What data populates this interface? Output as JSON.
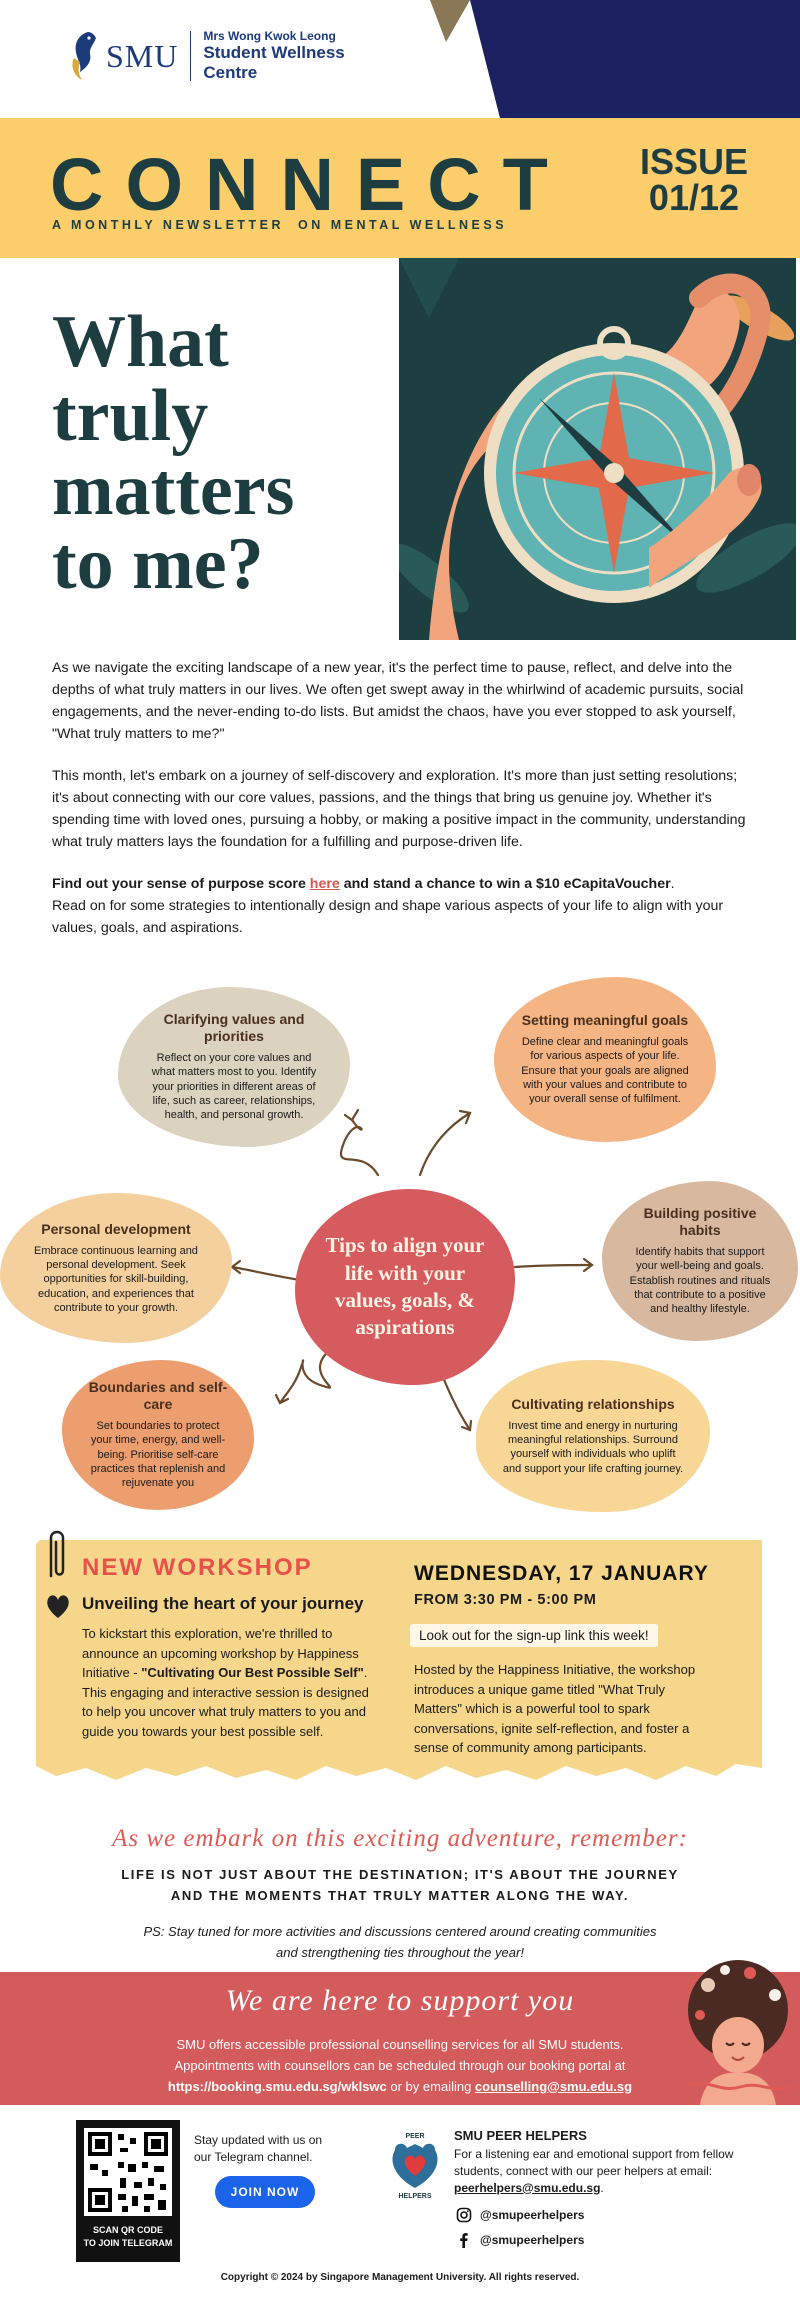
{
  "header": {
    "brand": "SMU",
    "centre_line1": "Mrs Wong Kwok Leong",
    "centre_line2": "Student Wellness",
    "centre_line3": "Centre"
  },
  "banner": {
    "title": "CONNECT",
    "tagline": "A MONTHLY NEWSLETTER  ON MENTAL WELLNESS",
    "issue_label": "ISSUE",
    "issue_number": "01/12",
    "colors": {
      "banner": "#fccd6b",
      "title": "#1d3d41"
    }
  },
  "hero": {
    "title_lines": [
      "What",
      "truly",
      "matters",
      "to me?"
    ]
  },
  "intro": {
    "para1": "As we navigate the exciting landscape of a new year, it's the perfect time to pause, reflect, and delve into the depths of what truly matters in our lives. We often get swept away in the whirlwind of academic pursuits, social engagements, and the never-ending to-do lists. But amidst the chaos, have you ever stopped to ask yourself, \"What truly matters to me?\"",
    "para2": "This month, let's embark on a journey of self-discovery and exploration. It's more than just setting resolutions; it's about connecting with our core values, passions, and the things that bring us genuine joy. Whether it's spending time with loved ones, pursuing a hobby, or making a positive impact in the community, understanding what truly matters lays the foundation for a fulfilling and purpose-driven life.",
    "para3_bold1": "Find out your sense of purpose score ",
    "para3_link": "here",
    "para3_bold2": " and stand a chance to win a $10 eCapitaVoucher",
    "para3_end": ".",
    "para3_rest": "Read on for some strategies to intentionally design and shape various aspects of your life to align with your values, goals, and aspirations."
  },
  "tips": {
    "center": "Tips to align your life with your values, goals, & aspirations",
    "items": [
      {
        "title": "Clarifying values and priorities",
        "body": "Reflect on your core values and what matters most to you. Identify your priorities in different areas of life, such as career, relationships, health, and personal growth."
      },
      {
        "title": "Setting meaningful goals",
        "body": "Define clear and meaningful goals for various aspects of your life. Ensure that your goals are aligned with your values and contribute to your overall sense of fulfilment."
      },
      {
        "title": "Personal development",
        "body": "Embrace continuous learning and personal development. Seek opportunities for skill-building, education, and experiences that contribute to your growth."
      },
      {
        "title": "Building positive habits",
        "body": "Identify habits that support your well-being and goals. Establish routines and rituals that contribute to a positive and healthy lifestyle."
      },
      {
        "title": "Boundaries and self-care",
        "body": "Set boundaries to protect your time, energy, and well-being. Prioritise self-care practices that replenish and rejuvenate you"
      },
      {
        "title": "Cultivating relationships",
        "body": "Invest time and energy in nurturing meaningful relationships. Surround yourself with individuals who uplift and support your life crafting journey."
      }
    ]
  },
  "workshop": {
    "badge": "NEW WORKSHOP",
    "heading": "Unveiling the heart of your journey",
    "left_a": "To kickstart this exploration, we're thrilled to announce an upcoming workshop by Happiness Initiative - ",
    "left_bold": "\"Cultivating Our Best Possible Self\"",
    "left_b": ". This engaging and interactive session is designed to help you uncover what truly matters to you and guide you towards your best possible self.",
    "date": "WEDNESDAY, 17 JANUARY",
    "time": "FROM 3:30 PM - 5:00 PM",
    "callout": "Look out for the sign-up link this week!",
    "right": "Hosted by the Happiness Initiative, the workshop introduces a unique game titled \"What Truly Matters\" which is a powerful tool to spark conversations, ignite self-reflection, and foster a sense of community among participants."
  },
  "closing": {
    "remember": "As we embark on this exciting adventure, remember:",
    "journey_line1": "LIFE IS NOT JUST ABOUT THE DESTINATION; IT'S ABOUT THE JOURNEY",
    "journey_line2": "AND THE MOMENTS THAT TRULY MATTER ALONG THE WAY.",
    "ps_line1": "PS: Stay tuned for more activities and discussions centered around creating communities",
    "ps_line2": "and strengthening ties throughout the year!"
  },
  "support": {
    "title": "We are here to support you",
    "line1": "SMU offers accessible professional counselling services for all SMU students.",
    "line2": "Appointments with counsellors can be scheduled through our booking portal at",
    "url": "https://booking.smu.edu.sg/wklswc",
    "or_text": " or by emailing ",
    "email": "counselling@smu.edu.sg",
    "color": "#d45b5c"
  },
  "footer": {
    "qr_caption_line1": "SCAN QR CODE",
    "qr_caption_line2": "TO JOIN TELEGRAM",
    "telegram_text": "Stay updated with us on our Telegram channel.",
    "join_label": "JOIN NOW",
    "peer_logo_top": "PEER",
    "peer_logo_bottom": "HELPERS",
    "peer_title": "SMU PEER HELPERS",
    "peer_text": "For a listening ear and emotional support from fellow students, connect with our peer helpers at email: ",
    "peer_email": "peerhelpers@smu.edu.sg",
    "peer_email_end": ".",
    "instagram": "@smupeerhelpers",
    "facebook": "@smupeerhelpers",
    "copyright": "Copyright © 2024 by Singapore Management University. All rights reserved."
  }
}
